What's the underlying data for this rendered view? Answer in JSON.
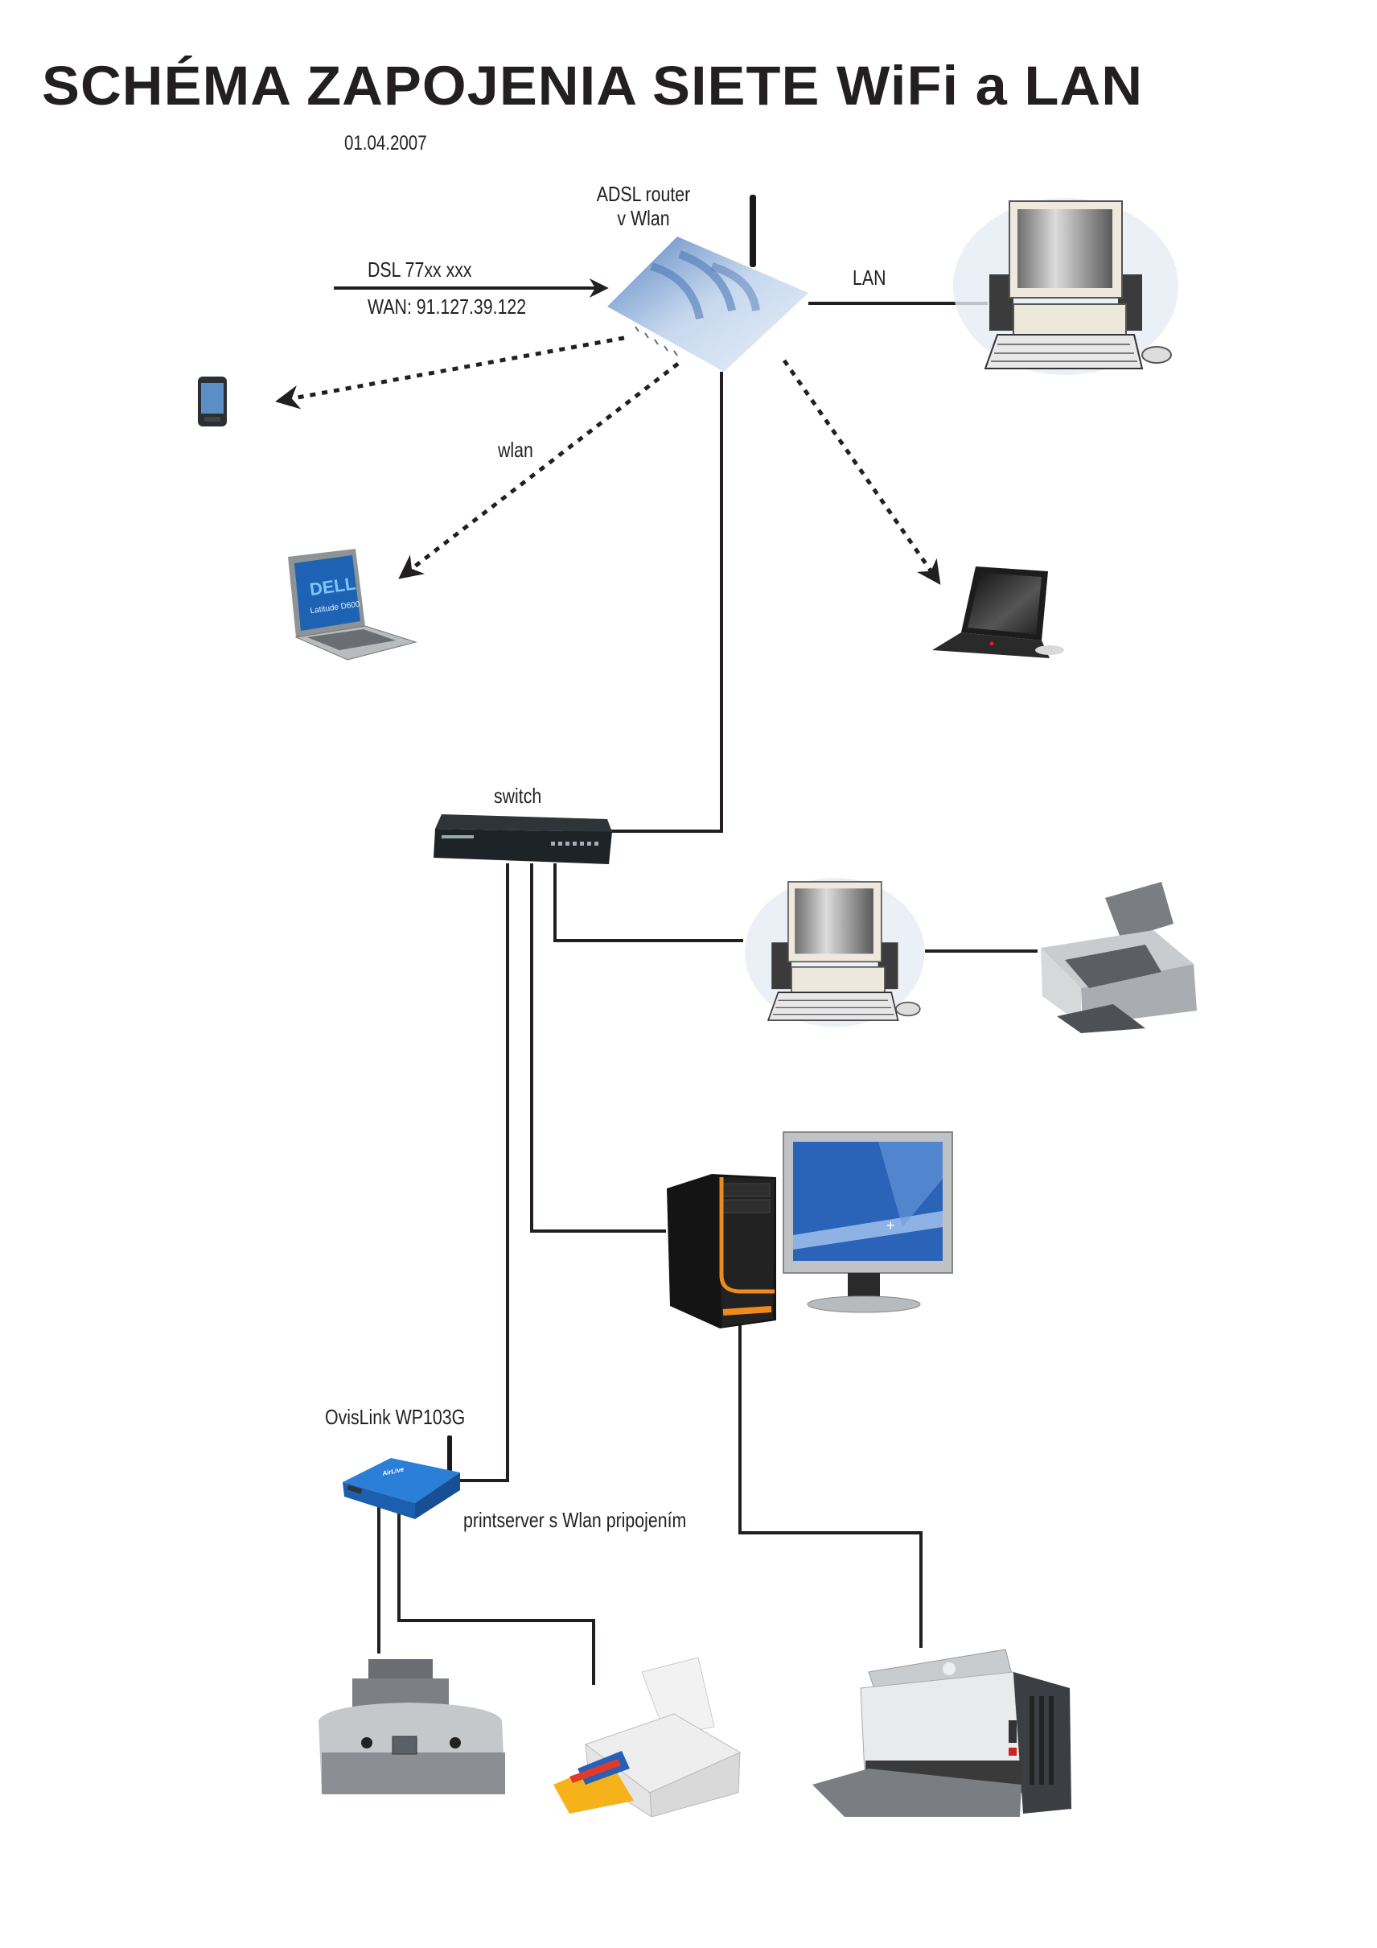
{
  "title": "SCHÉMA ZAPOJENIA SIETE WiFi a LAN",
  "date": "01.04.2007",
  "labels": {
    "router_line1": "ADSL router",
    "router_line2": "v Wlan",
    "dsl": "DSL 77xx xxx",
    "wan": "WAN: 91.127.39.122",
    "lan": "LAN",
    "wlan": "wlan",
    "switch": "switch",
    "printserver_name": "OvisLink WP103G",
    "printserver_desc": "printserver s Wlan pripojením"
  },
  "devices": [
    {
      "id": "adsl-router",
      "type": "router",
      "icon": "wifi-router-icon"
    },
    {
      "id": "desktop-pc-top",
      "type": "desktop",
      "icon": "desktop-computer-icon"
    },
    {
      "id": "pda-phone",
      "type": "phone",
      "icon": "pda-phone-icon"
    },
    {
      "id": "dell-laptop",
      "type": "laptop",
      "icon": "laptop-icon",
      "screen_text": "DELL",
      "screen_subtext": "Latitude D600"
    },
    {
      "id": "thinkpad-laptop",
      "type": "laptop",
      "icon": "laptop-icon"
    },
    {
      "id": "switch",
      "type": "switch",
      "icon": "network-switch-icon"
    },
    {
      "id": "desktop-pc-middle",
      "type": "desktop",
      "icon": "desktop-computer-icon"
    },
    {
      "id": "inkjet-printer-right",
      "type": "printer",
      "icon": "printer-icon"
    },
    {
      "id": "tower-pc",
      "type": "tower",
      "icon": "tower-pc-icon"
    },
    {
      "id": "lcd-monitor",
      "type": "monitor",
      "icon": "monitor-icon"
    },
    {
      "id": "ovislink-printserver",
      "type": "printserver",
      "icon": "wifi-router-icon"
    },
    {
      "id": "photo-printer",
      "type": "printer",
      "icon": "printer-icon"
    },
    {
      "id": "inkjet-printer-bottom",
      "type": "printer",
      "icon": "printer-icon"
    },
    {
      "id": "laser-printer",
      "type": "printer",
      "icon": "printer-icon"
    }
  ],
  "connections": [
    {
      "from": "internet",
      "to": "adsl-router",
      "kind": "wired-arrow"
    },
    {
      "from": "adsl-router",
      "to": "desktop-pc-top",
      "kind": "wired",
      "label": "LAN"
    },
    {
      "from": "adsl-router",
      "to": "pda-phone",
      "kind": "wireless"
    },
    {
      "from": "adsl-router",
      "to": "dell-laptop",
      "kind": "wireless",
      "label": "wlan"
    },
    {
      "from": "adsl-router",
      "to": "thinkpad-laptop",
      "kind": "wireless"
    },
    {
      "from": "adsl-router",
      "to": "switch",
      "kind": "wired"
    },
    {
      "from": "switch",
      "to": "desktop-pc-middle",
      "kind": "wired"
    },
    {
      "from": "desktop-pc-middle",
      "to": "inkjet-printer-right",
      "kind": "wired"
    },
    {
      "from": "switch",
      "to": "tower-pc",
      "kind": "wired"
    },
    {
      "from": "switch",
      "to": "ovislink-printserver",
      "kind": "wired"
    },
    {
      "from": "tower-pc",
      "to": "laser-printer",
      "kind": "wired"
    },
    {
      "from": "ovislink-printserver",
      "to": "photo-printer",
      "kind": "wired"
    },
    {
      "from": "ovislink-printserver",
      "to": "inkjet-printer-bottom",
      "kind": "wired"
    }
  ],
  "colors": {
    "ink": "#231f20",
    "router_blue": "#7ea6d6",
    "printserver_blue": "#1e6fc8",
    "tower_orange": "#f08a1c",
    "monitor_screen": "#2a63b8"
  }
}
